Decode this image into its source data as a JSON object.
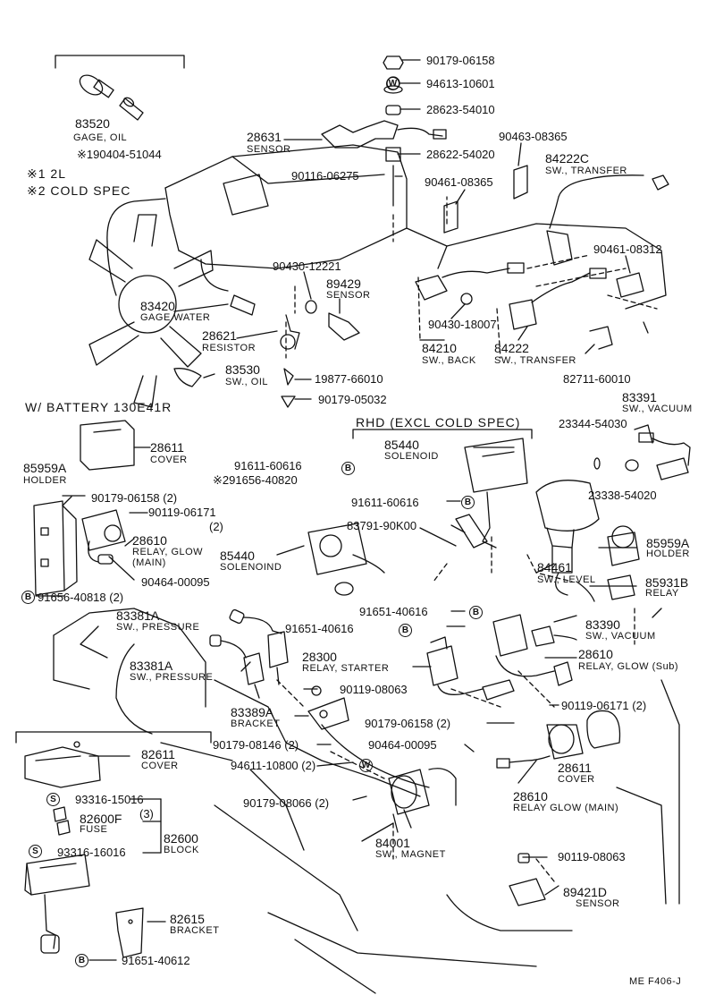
{
  "notes": {
    "note1": "※1 2L",
    "note2": "※2 COLD SPEC"
  },
  "sections": {
    "battery": "W/ BATTERY  130E41R",
    "rhd": "RHD (EXCL COLD SPEC)"
  },
  "footer": "ME  F406-J",
  "symbols": {
    "b": "B",
    "w": "W",
    "s": "S"
  },
  "parts": {
    "p83520": "83520",
    "p83520_desc": "GAGE, OIL",
    "p190404": "※190404-51044",
    "p28631": "28631",
    "p28631_desc": "SENSOR",
    "p90179_06158": "90179-06158",
    "p94613": "94613-10601",
    "p28623": "28623-54010",
    "p28622": "28622-54020",
    "p90463": "90463-08365",
    "p84222c": "84222C",
    "p84222c_desc": "SW., TRANSFER",
    "p90116": "90116-06275",
    "p90461_08365": "90461-08365",
    "p90461_08312": "90461-08312",
    "p90430_12221": "90430-12221",
    "p89429": "89429",
    "p89429_desc": "SENSOR",
    "p83420": "83420",
    "p83420_desc": "GAGE  WATER",
    "p28621": "28621",
    "p28621_desc": "RESISTOR",
    "p90430_18007": "90430-18007",
    "p84210": "84210",
    "p84210_desc": "SW., BACK",
    "p84222": "84222",
    "p84222_desc": "SW., TRANSFER",
    "p83530": "83530",
    "p83530_desc": "SW., OIL",
    "p19877": "19877-66010",
    "p90179_05032": "90179-05032",
    "p82711": "82711-60010",
    "p83391": "83391",
    "p83391_desc": "SW., VACUUM",
    "p23344": "23344-54030",
    "p23338": "23338-54020",
    "p28611a": "28611",
    "p28611a_desc": "COVER",
    "p85959a_l": "85959A",
    "p85959a_l_desc": "HOLDER",
    "p91611_a": "91611-60616",
    "p91656_40820": "※291656-40820",
    "p85440_top": "85440",
    "p85440_top_desc": "SOLENOID",
    "p90179_06158_2": "90179-06158 (2)",
    "p90119_06171_l": "90119-06171",
    "p90119_06171_l_q": "(2)",
    "p91611_b": "91611-60616",
    "p83791": "83791-90K00",
    "p28610_main": "28610",
    "p28610_main_d1": "RELAY, GLOW",
    "p28610_main_d2": "(MAIN)",
    "p85440_l": "85440",
    "p85440_l_desc": "SOLENOIND",
    "p84461": "84461",
    "p84461_desc": "SW., LEVEL",
    "p85959a_r": "85959A",
    "p85959a_r_desc": "HOLDER",
    "p90464_a": "90464-00095",
    "p85931b": "85931B",
    "p85931b_desc": "RELAY",
    "p91656_40818": "91656-40818 (2)",
    "p91651_40616_a": "91651-40616",
    "p83381a_a": "83381A",
    "p83381a_a_desc": "SW., PRESSURE",
    "p91651_40616_b": "91651-40616",
    "p83390": "83390",
    "p83390_desc": "SW., VACUUM",
    "p28300": "28300",
    "p28300_desc": "RELAY, STARTER",
    "p28610_sub": "28610",
    "p28610_sub_desc": "RELAY, GLOW (Sub)",
    "p83381a_b": "83381A",
    "p83381a_b_desc": "SW., PRESSURE",
    "p90119_08063_a": "90119-08063",
    "p83389a": "83389A",
    "p83389a_desc": "BRACKET",
    "p90179_06158_3": "90179-06158 (2)",
    "p90119_06171_r": "90119-06171 (2)",
    "p82611": "82611",
    "p82611_desc": "COVER",
    "p90179_08146": "90179-08146 (2)",
    "p90464_b": "90464-00095",
    "p94611": "94611-10800 (2)",
    "p28611b": "28611",
    "p28611b_desc": "COVER",
    "p93316_15016": "93316-15016",
    "p90179_08066": "90179-08066 (2)",
    "p28610_c": "28610",
    "p28610_c_desc": "RELAY GLOW (MAIN)",
    "p82600f": "82600F",
    "p82600f_desc": "FUSE",
    "p82600f_q": "(3)",
    "p82600": "82600",
    "p82600_desc": "BLOCK",
    "p93316_16016": "93316-16016",
    "p84001": "84001",
    "p84001_desc": "SW., MAGNET",
    "p90119_08063_b": "90119-08063",
    "p89421d": "89421D",
    "p89421d_desc": "SENSOR",
    "p82615": "82615",
    "p82615_desc": "BRACKET",
    "p91651_40612": "91651-40612"
  }
}
